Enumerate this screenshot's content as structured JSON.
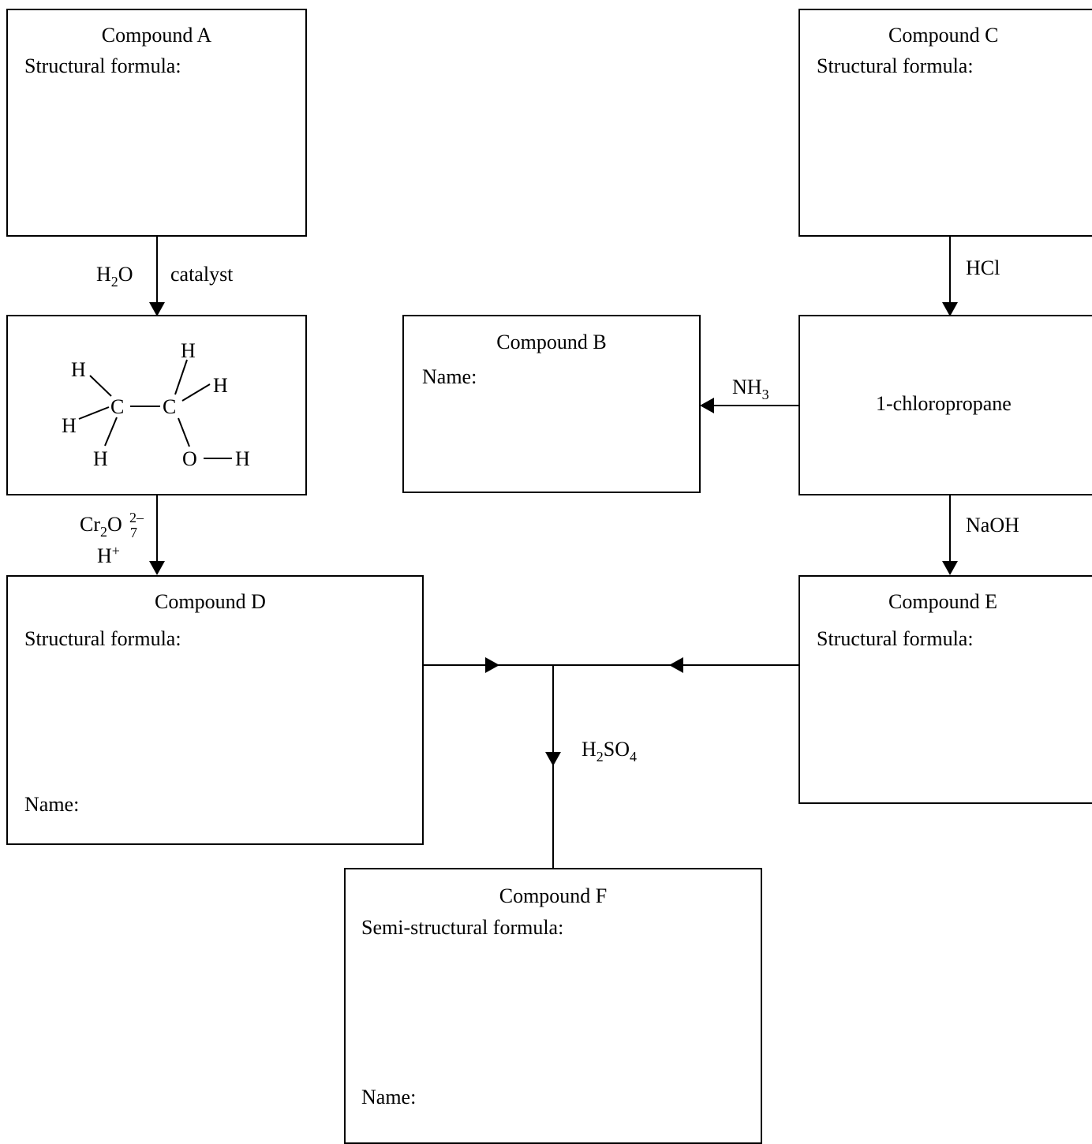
{
  "compound_a": {
    "title": "Compound A",
    "field": "Structural formula:"
  },
  "compound_b": {
    "title": "Compound B",
    "field": "Name:"
  },
  "compound_c": {
    "title": "Compound C",
    "field": "Structural formula:"
  },
  "compound_d": {
    "title": "Compound D",
    "field": "Structural formula:",
    "name_field": "Name:"
  },
  "compound_e": {
    "title": "Compound E",
    "field": "Structural formula:"
  },
  "compound_f": {
    "title": "Compound F",
    "field": "Semi-structural formula:",
    "name_field": "Name:"
  },
  "chloropropane": {
    "label": "1-chloropropane"
  },
  "ethanol": {
    "atoms": {
      "H": "H",
      "C": "C",
      "O": "O"
    }
  },
  "reagents": {
    "h2o": {
      "base": "H",
      "sub": "2",
      "tail": "O"
    },
    "catalyst": "catalyst",
    "hcl": "HCl",
    "nh3": {
      "base": "NH",
      "sub": "3"
    },
    "naoh": "NaOH",
    "dichromate": {
      "cr": "Cr",
      "cr_sub": "2",
      "o": "O",
      "o_sub": "7",
      "charge": "2–"
    },
    "h_plus": {
      "base": "H",
      "sup": "+"
    },
    "h2so4": {
      "h": "H",
      "h_sub": "2",
      "so": "SO",
      "so_sub": "4"
    }
  }
}
